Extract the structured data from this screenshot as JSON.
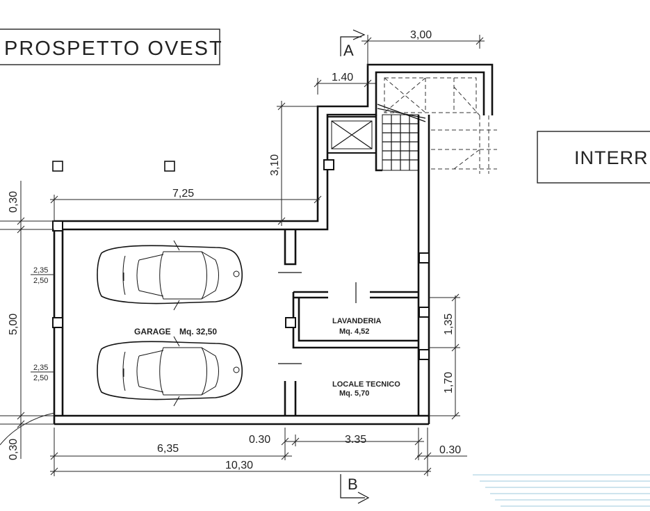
{
  "titles": {
    "elevation": "PROSPETTO OVEST",
    "interrato": "INTERR"
  },
  "sections": {
    "a": "A",
    "b": "B"
  },
  "rooms": {
    "garage_name": "GARAGE",
    "garage_area": "Mq. 32,50",
    "lavanderia_name": "LAVANDERIA",
    "lavanderia_area": "Mq.  4,52",
    "locale_name": "LOCALE TECNICO",
    "locale_area": "Mq.  5,70"
  },
  "dimensions": {
    "stair_width": "3,00",
    "stair_offset": "1.40",
    "stair_height": "3,10",
    "garage_width": "7,25",
    "top_wall": "0,30",
    "garage_depth": "5,00",
    "bay1_a": "2,35",
    "bay1_b": "2,50",
    "bay2_a": "2,35",
    "bay2_b": "2,50",
    "bottom_wall": "0,30",
    "lavanderia_depth": "1,35",
    "locale_depth": "1,70",
    "bottom_left": "6,35",
    "bottom_mid_wall": "0.30",
    "bottom_right": "3.35",
    "bottom_right_wall": "0.30",
    "total_width": "10,30"
  }
}
